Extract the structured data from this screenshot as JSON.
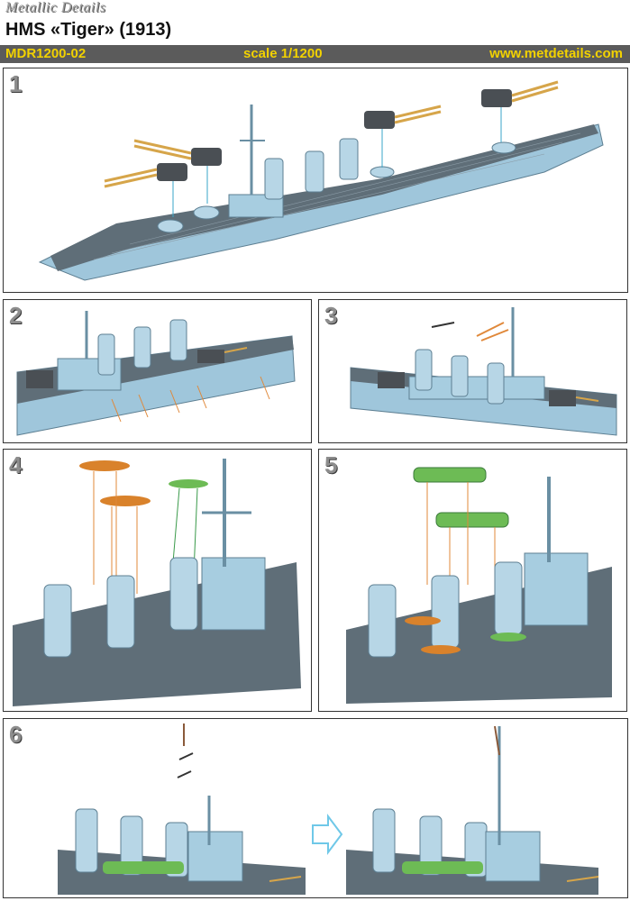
{
  "header": {
    "brand": "Metallic Details",
    "title": "HMS «Tiger» (1913)",
    "product_code": "MDR1200-02",
    "scale": "scale 1/1200",
    "website": "www.metdetails.com"
  },
  "steps": [
    {
      "number": "1"
    },
    {
      "number": "2"
    },
    {
      "number": "3"
    },
    {
      "number": "4"
    },
    {
      "number": "5"
    },
    {
      "number": "6"
    }
  ],
  "colors": {
    "bar": "#5b5b5b",
    "bar_text": "#f2d200",
    "hull": "#9fc6db",
    "deck": "#5f6e78",
    "brass": "#d6a54a",
    "copper_boat": "#d9822b",
    "green_boat": "#6dbb55",
    "guide_line_blue": "#3aa6c9",
    "guide_line_orange": "#e0883a",
    "guide_line_green": "#3a9a4a",
    "arrow": "#6fc8e8"
  }
}
